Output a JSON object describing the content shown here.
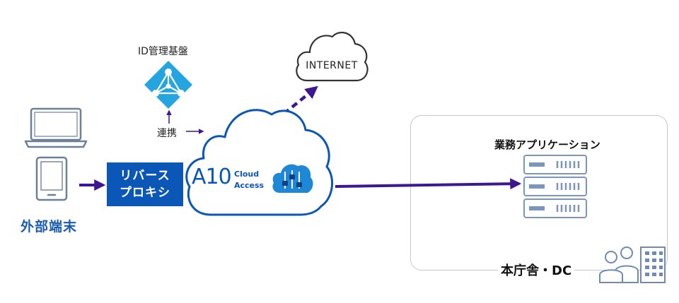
{
  "external_terminals": {
    "label": "外部端末"
  },
  "reverse_proxy": {
    "line1": "リバース",
    "line2": "プロキシ"
  },
  "id_management": {
    "label": "ID管理基盤",
    "link_label": "連携"
  },
  "internet": {
    "label": "INTERNET"
  },
  "cloud_access": {
    "logo": "A10",
    "line1": "Cloud",
    "line2": "Access"
  },
  "headquarters": {
    "app_label": "業務アプリケーション",
    "site_label": "本庁舎・DC"
  },
  "colors": {
    "arrow": "#3d1791",
    "proxy": "#0b57b7",
    "brand_blue": "#1a5cb0",
    "id_diamond": "#25a5e0",
    "server": "#7c95bd",
    "device": "#6e7f99"
  },
  "icons": [
    "laptop-icon",
    "tablet-icon",
    "identity-diamond-icon",
    "cloud-icon",
    "sliders-icon",
    "server-icon",
    "people-building-icon"
  ]
}
